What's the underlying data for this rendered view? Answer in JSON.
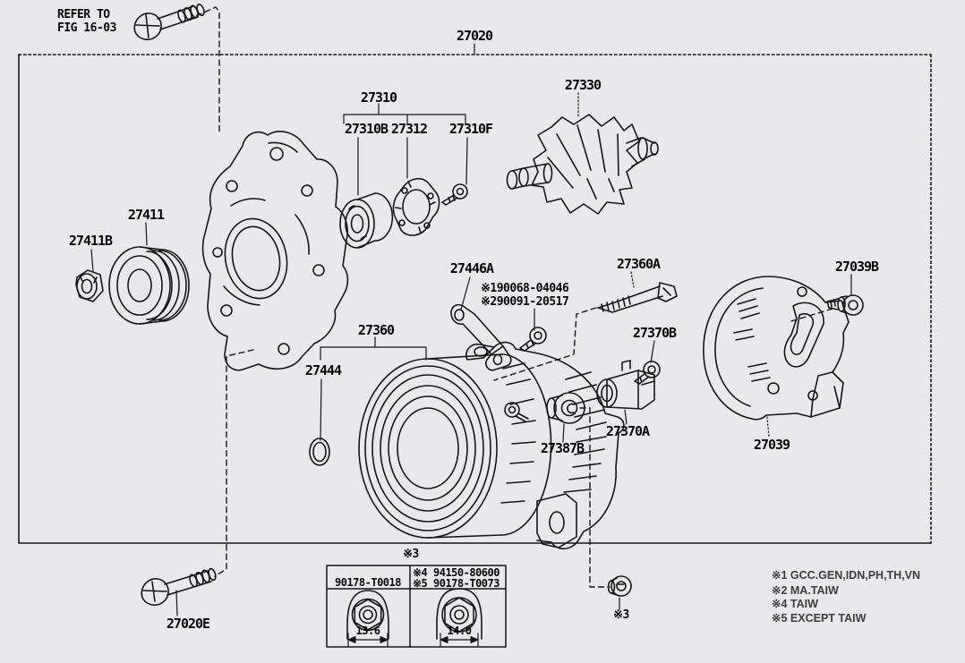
{
  "refer_note": {
    "line1": "REFER TO",
    "line2": "FIG 16-03"
  },
  "parts": {
    "alternator_assy": {
      "label": "27020"
    },
    "front_bracket_grp": {
      "label": "27310"
    },
    "bearing": {
      "label": "27310B"
    },
    "bearing_retainer": {
      "label": "27312"
    },
    "bearing_screw": {
      "label": "27310F"
    },
    "rotor": {
      "label": "27330"
    },
    "pulley": {
      "label": "27411"
    },
    "pulley_nut": {
      "label": "27411B"
    },
    "terminal_bracket": {
      "label": "27446A"
    },
    "bolt_note_1": {
      "label": "※190068-04046"
    },
    "bolt_note_2": {
      "label": "※290091-20517"
    },
    "through_bolt": {
      "label": "27360A"
    },
    "regulator_screw": {
      "label": "27370B"
    },
    "stator": {
      "label": "27360"
    },
    "o_ring": {
      "label": "27444"
    },
    "regulator": {
      "label": "27370A"
    },
    "rectifier_grommet": {
      "label": "27387B"
    },
    "rear_cover": {
      "label": "27039"
    },
    "rear_cover_bolt": {
      "label": "27039B"
    },
    "mount_bolt": {
      "label": "27020E"
    },
    "terminal_nut": {
      "label": "※3"
    }
  },
  "nut_table": {
    "note": "※3",
    "col1": {
      "row2": "90178-T0018",
      "dim": "13.6"
    },
    "col2": {
      "row1": "※4 94150-80600",
      "row2": "※5 90178-T0073",
      "dim": "14.0"
    }
  },
  "legend": {
    "items": [
      "※1 GCC.GEN,IDN,PH,TH,VN",
      "※2 MA.TAIW",
      "※4 TAIW",
      "※5 EXCEPT TAIW"
    ]
  }
}
